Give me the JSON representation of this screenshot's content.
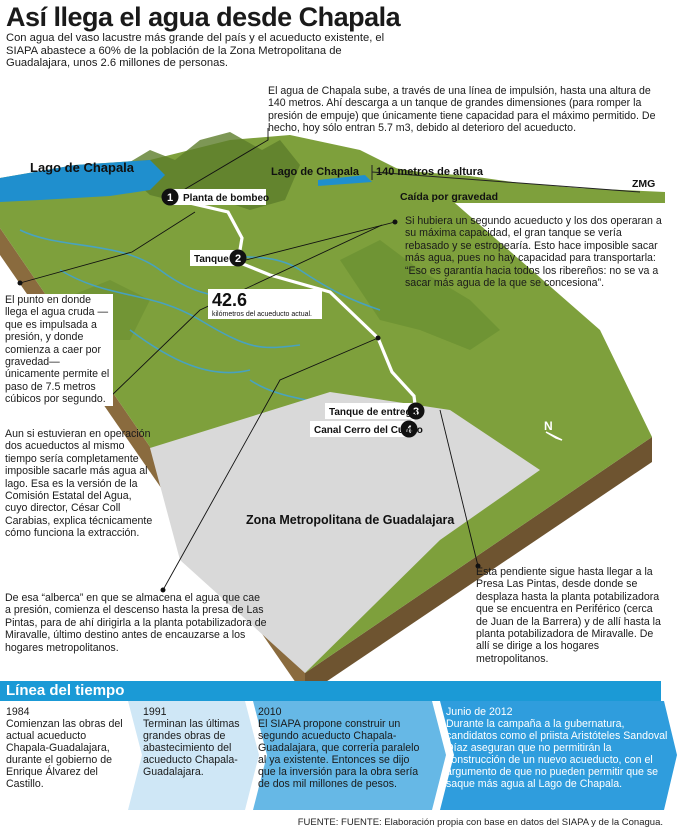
{
  "title": "Así llega el agua desde Chapala",
  "intro": "Con agua del vaso lacustre más grande del país y el acueducto existente, el SIAPA abastece a 60% de la población de la Zona Metropolitana de Guadalajara, unos 2.6 millones de personas.",
  "notes": {
    "impulsion": "El agua de Chapala sube, a través de una línea de impulsión, hasta una altura de 140 metros. Ahí descarga a un tanque de grandes dimensiones (para romper la presión de empuje) que únicamente tiene capacidad para el máximo permitido. De hecho, hoy sólo entran 5.7 m3, debido al deterioro del acueducto.",
    "second_aqueduct": "Si hubiera un segundo acueducto y los dos operaran a su máxima capacidad, el gran tanque se vería rebasado y se estropearía. Esto hace imposible sacar más agua, pues no hay capacidad para transportarla: “Eso es garantía hacia todos los ribereños: no se va a sacar más agua de la que se concesiona”.",
    "cruda": "El punto en donde llega el agua cruda —que es impulsada a presión, y donde comienza a caer por gravedad— únicamente permite el paso de 7.5 metros cúbicos por segundo.",
    "two_aqueducts": "Aun si estuvieran en operación dos acueductos al mismo tiempo sería completamente imposible sacarle más agua al lago. Esa es la versión de la Comisión Estatal del Agua, cuyo director, César Coll Carabias, explica técnicamente cómo funciona la extracción.",
    "alberca": "De esa “alberca” en que se almacena el agua que cae a presión, comienza el descenso hasta la presa de Las Pintas, para de ahí dirigirla a la planta potabilizadora de Miravalle, último destino antes de encauzarse a los hogares metropolitanos.",
    "pendiente": "Esta pendiente sigue hasta llegar a la Presa Las Pintas, desde donde se desplaza hasta la planta potabilizadora que se encuentra en Periférico (cerca de Juan de la Barrera) y de allí hasta la planta potabilizadora de Miravalle. De allí se dirige a los hogares metropolitanos."
  },
  "map": {
    "lake_label": "Lago de Chapala",
    "zmg_label": "Zona Metropolitana de Guadalajara",
    "km_value": "42.6",
    "km_caption": "kilómetros del acueducto actual.",
    "north": "N",
    "points": [
      {
        "num": "1",
        "label": "Planta de bombeo"
      },
      {
        "num": "2",
        "label": "Tanque"
      },
      {
        "num": "3",
        "label": "Tanque de entrega"
      },
      {
        "num": "4",
        "label": "Canal Cerro del Cuatro"
      }
    ]
  },
  "profile": {
    "lake_label": "Lago de Chapala",
    "height_label": "140 metros de altura",
    "gravity_label": "Caída por gravedad",
    "end_label": "ZMG"
  },
  "timeline": {
    "title": "Línea del tiempo",
    "items": [
      {
        "year": "1984",
        "text": "Comienzan las obras del actual acueducto Chapala-Guadalajara, durante el gobierno de Enrique Álvarez del Castillo."
      },
      {
        "year": "1991",
        "text": "Terminan las últimas grandes obras de abastecimiento del acueducto Chapala-Guadalajara."
      },
      {
        "year": "2010",
        "text": "El SIAPA propone construir un segundo acueducto Chapala-Guadalajara, que correría paralelo al ya existente. Entonces se dijo que la inversión para la obra sería de dos mil millones de pesos."
      },
      {
        "year": "Junio de 2012",
        "text": "Durante la campaña a la gubernatura, candidatos como el priista Aristóteles Sandoval Díaz aseguran que no permitirán la construcción de un nuevo acueducto, con el argumento de que no pueden permitir que se saque más agua al Lago de Chapala."
      }
    ]
  },
  "source": "FUENTE: FUENTE: Elaboración propia con base en datos del SIAPA y de la Conagua.",
  "colors": {
    "terrain": "#7ea03c",
    "terrain_dark": "#5c7d2a",
    "lake": "#1f8fce",
    "city": "#d9d9d9",
    "timeline_1": "#ffffff",
    "timeline_2": "#cfe7f6",
    "timeline_3": "#66b8e6",
    "timeline_4": "#2f9ddd"
  }
}
